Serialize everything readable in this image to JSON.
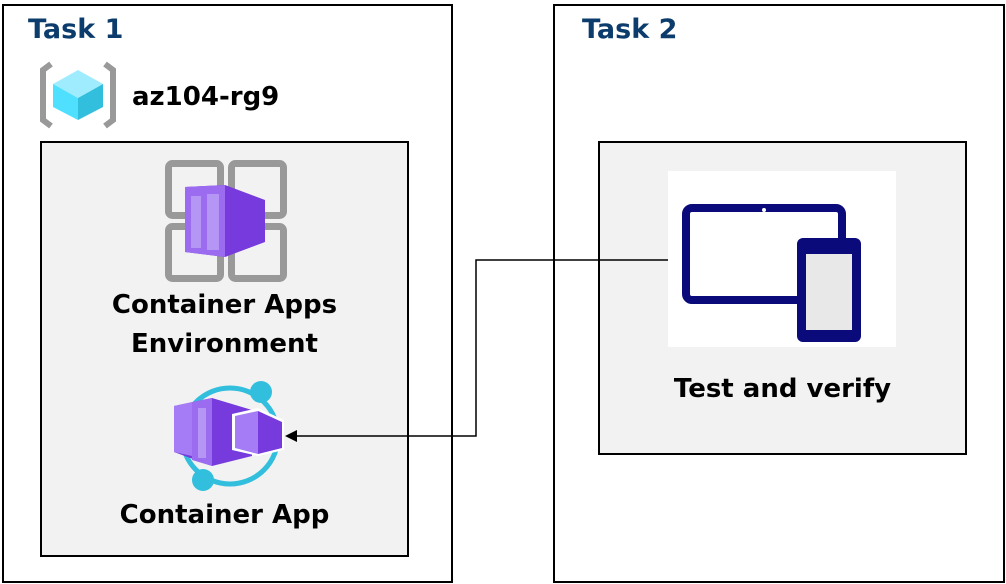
{
  "task1": {
    "title": "Task 1",
    "resource_group": {
      "label": "az104-rg9",
      "icon": "resource-group-icon"
    },
    "environment": {
      "label_line1": "Container Apps",
      "label_line2": "Environment",
      "icon": "container-apps-environment-icon"
    },
    "app": {
      "label": "Container App",
      "icon": "container-app-icon"
    }
  },
  "task2": {
    "title": "Task 2",
    "test": {
      "label": "Test and verify",
      "icon": "devices-icon"
    }
  },
  "colors": {
    "title": "#0b3c6b",
    "inner_fill": "#f2f2f2",
    "purple": "#773adc",
    "cyan": "#32bedd",
    "navy": "#0a0a7a"
  }
}
